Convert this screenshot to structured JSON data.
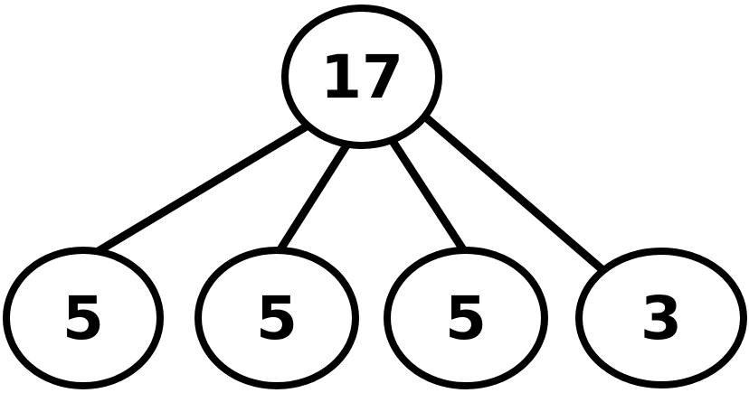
{
  "diagram": {
    "type": "tree",
    "root": {
      "label": "17"
    },
    "children": [
      {
        "label": "5"
      },
      {
        "label": "5"
      },
      {
        "label": "5"
      },
      {
        "label": "3"
      }
    ],
    "edges": [
      {
        "from": "root",
        "to": "child-0"
      },
      {
        "from": "root",
        "to": "child-1"
      },
      {
        "from": "root",
        "to": "child-2"
      },
      {
        "from": "root",
        "to": "child-3"
      }
    ],
    "colors": {
      "stroke": "#000000",
      "background": "#ffffff"
    }
  }
}
